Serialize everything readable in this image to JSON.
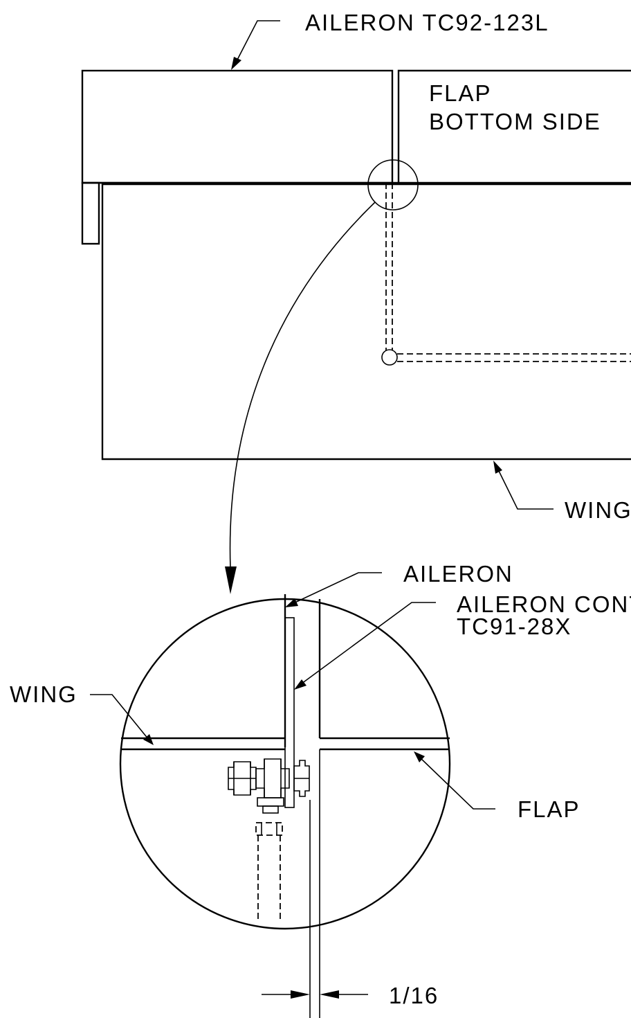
{
  "labels": {
    "aileron_part": "AILERON TC92-123L",
    "flap_line1": "FLAP",
    "flap_line2": "BOTTOM SIDE",
    "wing_top": "WING",
    "detail_aileron": "AILERON",
    "detail_control_line1": "AILERON CONT",
    "detail_control_line2": "TC91-28X",
    "detail_wing": "WING",
    "detail_flap": "FLAP",
    "dimension": "1/16"
  }
}
